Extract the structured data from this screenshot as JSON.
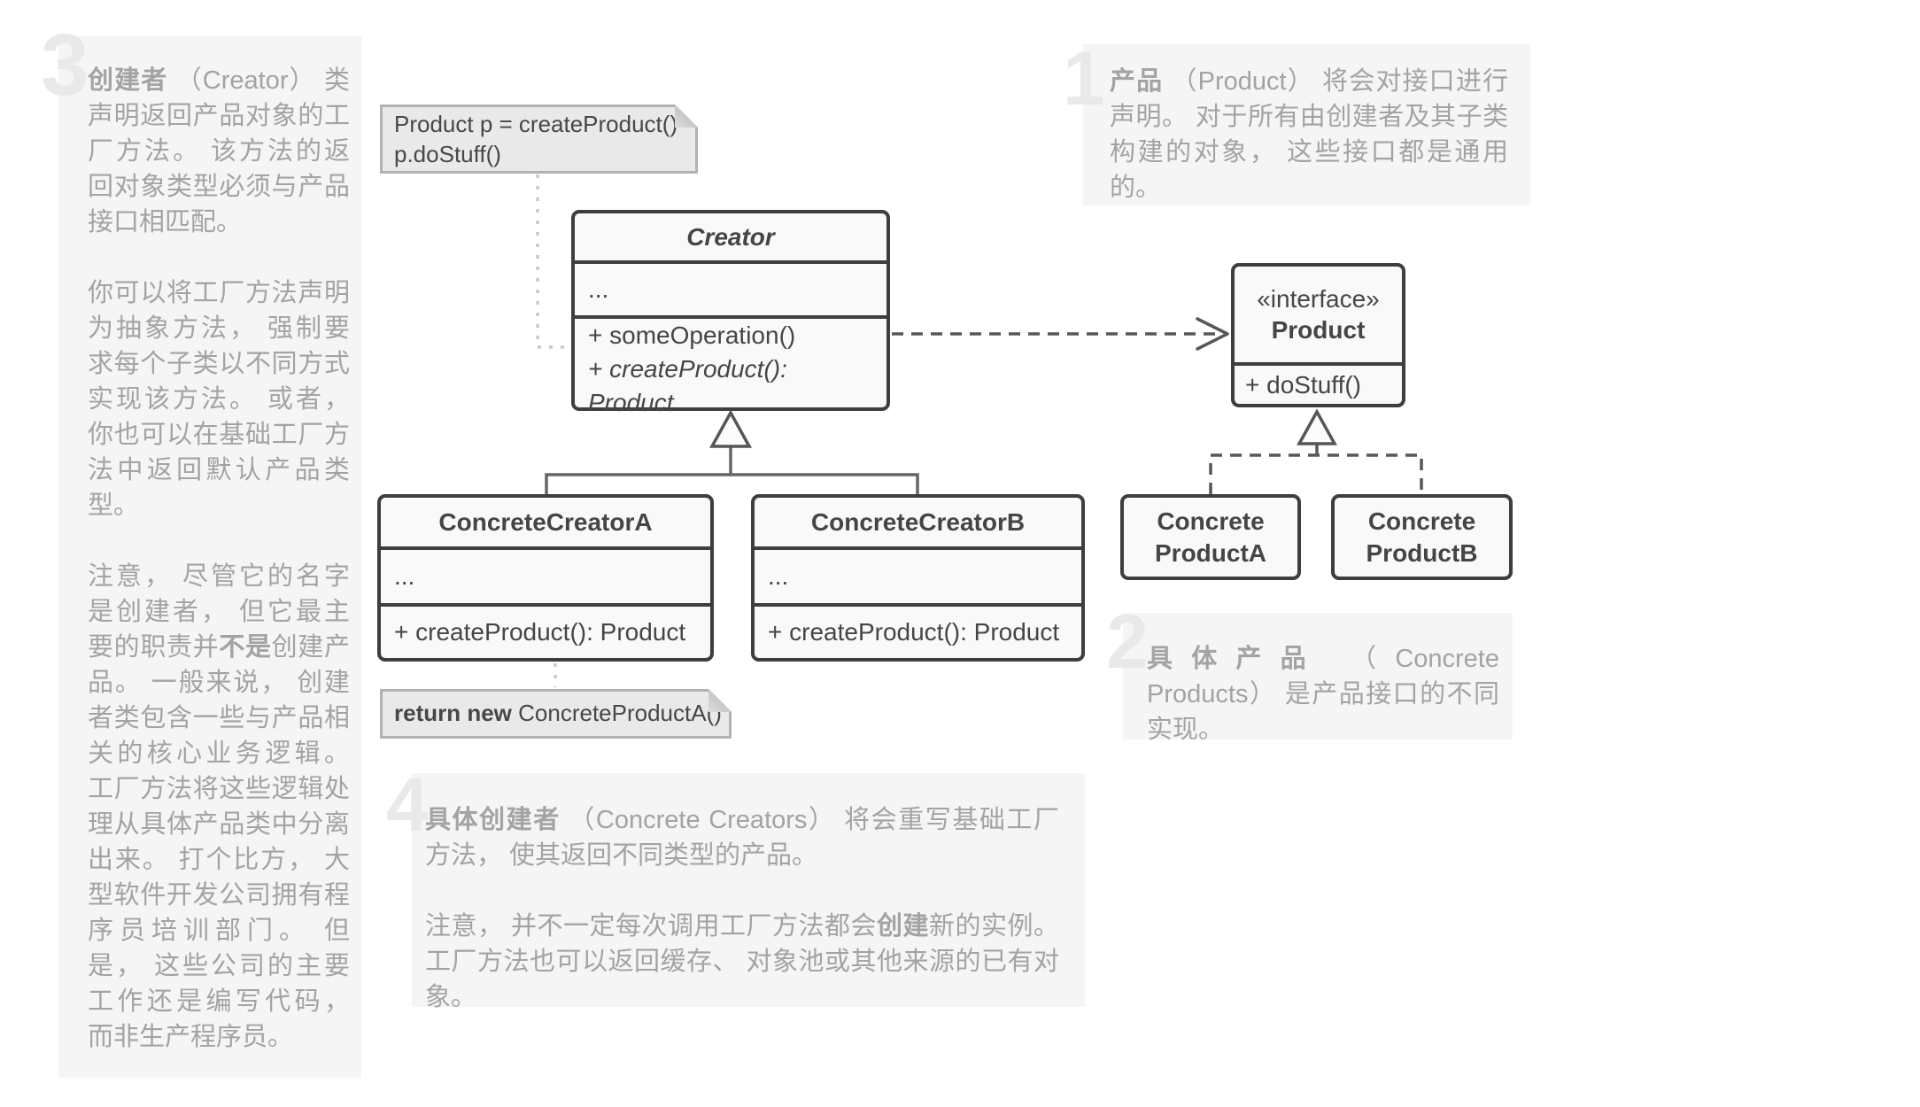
{
  "colors": {
    "page_bg": "#ffffff",
    "panel_bg": "#f5f5f5",
    "numeral": "#e9e9e9",
    "annotation_text": "#a3a3a3",
    "note_bg": "#e9e9e9",
    "note_border": "#b2b2b2",
    "note_text": "#474747",
    "class_border": "#3e3e3e",
    "class_bg": "#f9f9f9",
    "class_text": "#454545",
    "solid_line": "#666666",
    "dashed_line": "#575757",
    "light_dashed_line": "#c9c9c9"
  },
  "uml": {
    "client_note": {
      "line1": "Product p = createProduct()",
      "line2": "p.doStuff()"
    },
    "creator": {
      "name": "Creator",
      "fields": "...",
      "method1": "+ someOperation()",
      "method2": "+ createProduct(): Product"
    },
    "product": {
      "stereotype": "«interface»",
      "name": "Product",
      "method1": "+ doStuff()"
    },
    "concrete_creator_a": {
      "name": "ConcreteCreatorA",
      "fields": "...",
      "method1": "+ createProduct(): Product"
    },
    "concrete_creator_b": {
      "name": "ConcreteCreatorB",
      "fields": "...",
      "method1": "+ createProduct(): Product"
    },
    "concrete_product_a": {
      "name_line1": "Concrete",
      "name_line2": "ProductA"
    },
    "concrete_product_b": {
      "name_line1": "Concrete",
      "name_line2": "ProductB"
    },
    "return_note": [
      {
        "t": "return new ",
        "b": 1
      },
      {
        "t": "ConcreteProductA()",
        "b": 0
      }
    ]
  },
  "annotations": {
    "n1": {
      "number": "1",
      "p1": [
        {
          "t": "产品",
          "b": 1
        },
        {
          "t": " （Product） 将会对接口进行声明。 对于所有由创建者及其子类构建的对象， 这些接口都是通用的。",
          "b": 0
        }
      ]
    },
    "n2": {
      "number": "2",
      "p1": [
        {
          "t": "具体产品",
          "b": 1
        },
        {
          "t": " （Concrete Products） 是产品接口的不同实现。",
          "b": 0
        }
      ]
    },
    "n3": {
      "number": "3",
      "p1": [
        {
          "t": "创建者",
          "b": 1
        },
        {
          "t": " （Creator） 类声明返回产品对象的工厂方法。 该方法的返回对象类型必须与产品接口相匹配。",
          "b": 0
        }
      ],
      "p2": [
        {
          "t": "你可以将工厂方法声明为抽象方法， 强制要求每个子类以不同方式实现该方法。 或者， 你也可以在基础工厂方法中返回默认产品类型。",
          "b": 0
        }
      ],
      "p3": [
        {
          "t": "注意， 尽管它的名字是创建者， 但它最主要的职责并",
          "b": 0
        },
        {
          "t": "不是",
          "b": 1
        },
        {
          "t": "创建产品。 一般来说， 创建者类包含一些与产品相关的核心业务逻辑。 工厂方法将这些逻辑处理从具体产品类中分离出来。 打个比方， 大型软件开发公司拥有程序员培训部门。 但是， 这些公司的主要工作还是编写代码， 而非生产程序员。",
          "b": 0
        }
      ]
    },
    "n4": {
      "number": "4",
      "p1": [
        {
          "t": "具体创建者",
          "b": 1
        },
        {
          "t": " （Concrete Creators） 将会重写基础工厂方法， 使其返回不同类型的产品。",
          "b": 0
        }
      ],
      "p2": [
        {
          "t": "注意， 并不一定每次调用工厂方法都会",
          "b": 0
        },
        {
          "t": "创建",
          "b": 1
        },
        {
          "t": "新的实例。 工厂方法也可以返回缓存、 对象池或其他来源的已有对象。",
          "b": 0
        }
      ]
    }
  }
}
